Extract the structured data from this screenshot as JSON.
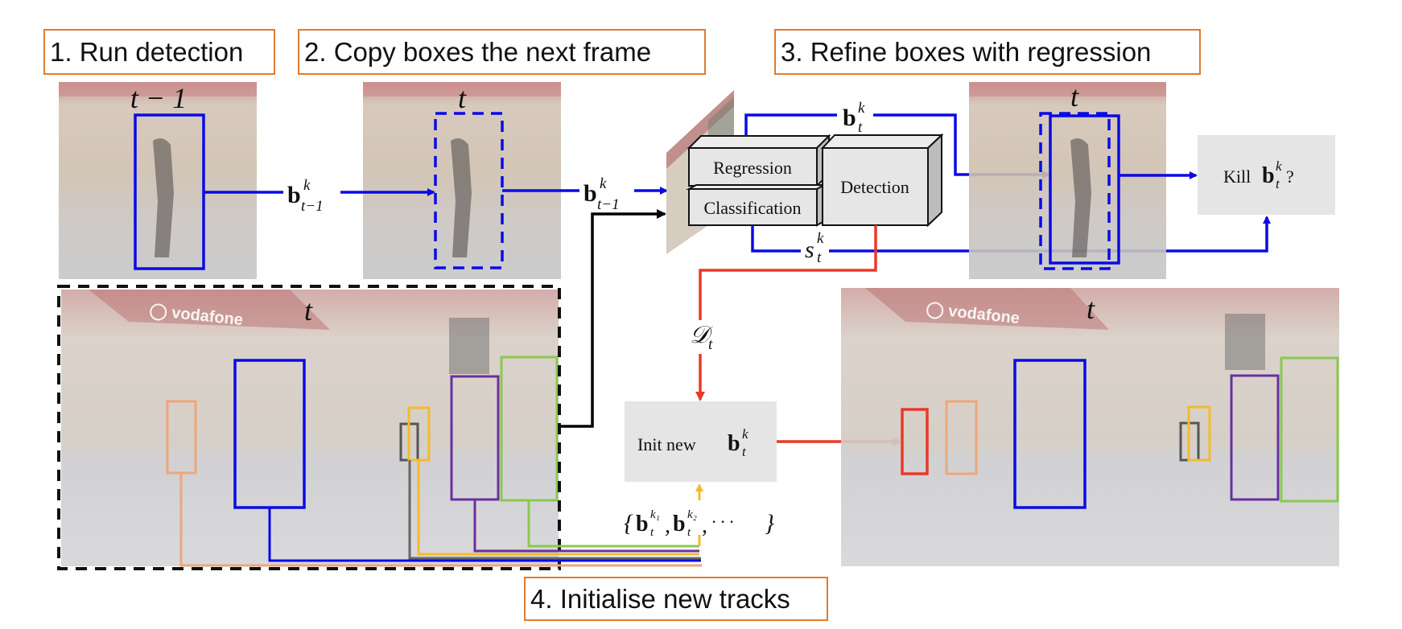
{
  "figure": {
    "steps": [
      {
        "id": 1,
        "label": "1. Run detection"
      },
      {
        "id": 2,
        "label": "2. Copy boxes the next frame"
      },
      {
        "id": 3,
        "label": "3. Refine boxes with regression"
      },
      {
        "id": 4,
        "label": "4. Initialise new tracks"
      }
    ],
    "frames": {
      "prev_frame_label": "t − 1",
      "curr_frame_label": "t",
      "copied_frame_label": "t",
      "refined_frame_label": "t",
      "full_frame_label": "t",
      "output_frame_label": "t"
    },
    "network": {
      "regression_label": "Regression",
      "classification_label": "Classification",
      "detection_label": "Detection"
    },
    "math": {
      "b": "b",
      "k": "k",
      "t": "t",
      "t_minus_1": "t−1",
      "s": "s",
      "D": "𝒟",
      "k1": "k₁",
      "k2": "k₂",
      "set_open": "{",
      "comma": ",",
      "ellipsis": "· · ·",
      "set_close": "}",
      "kill_prefix": "Kill",
      "question": "?",
      "init_prefix": "Init new"
    },
    "colors": {
      "step_border": "#E07B2E",
      "track_blue": "#0A0AE6",
      "detection_red": "#E8392A",
      "arrow_black": "#000000",
      "gray_box": "#E5E5E5",
      "box_orange": "#EDA77A",
      "box_gray": "#555555",
      "box_yellow": "#F4BA2A",
      "box_purple": "#6A2FA0",
      "box_green": "#8CC850",
      "box_red": "#E8392A"
    }
  }
}
